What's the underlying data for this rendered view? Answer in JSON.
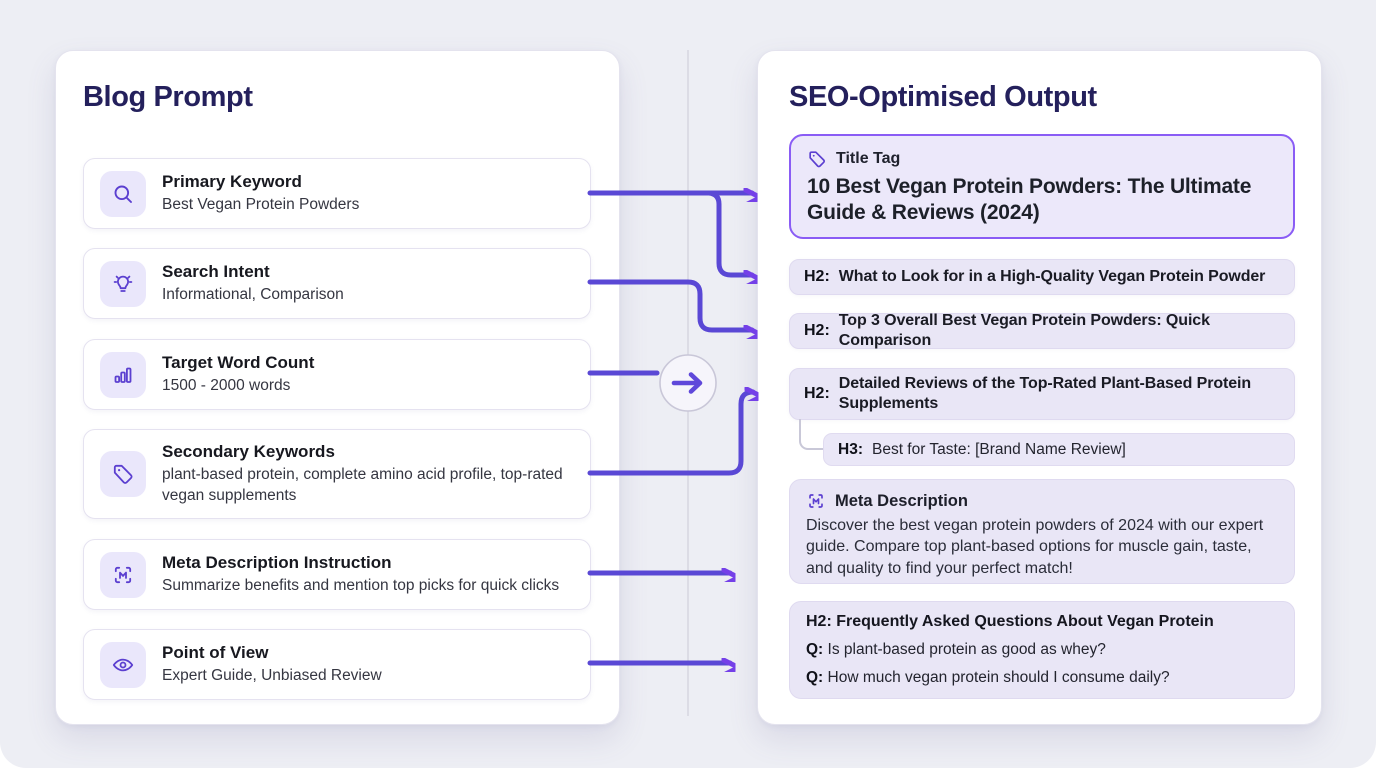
{
  "left_panel": {
    "title": "Blog Prompt",
    "cards": [
      {
        "icon": "search-icon",
        "title": "Primary Keyword",
        "value": "Best Vegan Protein Powders"
      },
      {
        "icon": "lightbulb-icon",
        "title": "Search Intent",
        "value": "Informational, Comparison"
      },
      {
        "icon": "bar-chart-icon",
        "title": "Target Word Count",
        "value": "1500 - 2000 words"
      },
      {
        "icon": "tag-icon",
        "title": "Secondary Keywords",
        "value": "plant-based protein, complete amino acid profile, top-rated vegan supplements"
      },
      {
        "icon": "meta-frame-icon",
        "title": "Meta Description Instruction",
        "value": "Summarize benefits and mention top picks for quick clicks"
      },
      {
        "icon": "eye-icon",
        "title": "Point of View",
        "value": "Expert Guide, Unbiased Review"
      }
    ]
  },
  "right_panel": {
    "title": "SEO-Optimised Output",
    "title_tag": {
      "icon": "tag-icon",
      "label": "Title Tag",
      "text": "10 Best Vegan Protein Powders: The Ultimate Guide & Reviews (2024)"
    },
    "h2_items": [
      {
        "tag": "H2:",
        "text": "What to Look for in a High-Quality Vegan Protein Powder"
      },
      {
        "tag": "H2:",
        "text": "Top 3 Overall Best Vegan Protein Powders: Quick Comparison"
      },
      {
        "tag": "H2:",
        "text": "Detailed Reviews of the Top-Rated Plant-Based Protein Supplements"
      }
    ],
    "h3_item": {
      "tag": "H3:",
      "text": "Best for Taste: [Brand Name Review]"
    },
    "meta_description": {
      "icon": "meta-frame-icon",
      "label": "Meta Description",
      "text": "Discover the best vegan protein powders of 2024 with our expert guide. Compare top plant-based options for muscle gain, taste, and quality to find your perfect match!"
    },
    "faq": {
      "tag": "H2:",
      "heading": " Frequently Asked Questions About Vegan Protein",
      "questions": [
        {
          "tag": "Q:",
          "text": " Is plant-based protein as good as whey?"
        },
        {
          "tag": "Q:",
          "text": " How much vegan protein should I consume daily?"
        }
      ]
    }
  },
  "colors": {
    "canvas_bg": "#edeef4",
    "panel_bg": "#ffffff",
    "heading": "#24205c",
    "accent_purple": "#5b3fd0",
    "arrow_line": "#5a48d5",
    "arrow_head": "#7440e8",
    "lavender_item_bg": "#e9e6f6",
    "title_tag_border": "#8a5cf5",
    "title_tag_bg": "#ece8fa",
    "icon_tile_bg": "#eae7fb"
  }
}
